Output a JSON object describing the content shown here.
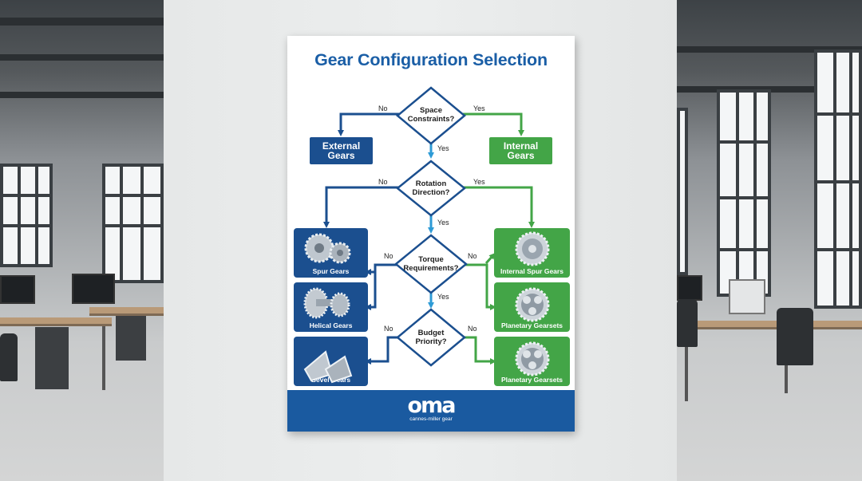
{
  "poster": {
    "title": "Gear Configuration Selection",
    "decisions": {
      "space": "Space Constraints?",
      "rotation": "Rotation Direction?",
      "torque": "Torque Requirements?",
      "budget": "Budget Priority?"
    },
    "answers": {
      "no": "No",
      "yes": "Yes"
    },
    "boxes": {
      "external": "External Gears",
      "internal": "Internal Gears"
    },
    "left_cards": [
      "Spur Gears",
      "Helical Gears",
      "Bevel Gears"
    ],
    "right_cards": [
      "Internal Spur Gears",
      "Planetary Gearsets",
      "Planetary Gearsets"
    ],
    "logo": {
      "mark": "oma",
      "tagline": "cannes-miller gear"
    }
  },
  "colors": {
    "blue": "#1b4f8f",
    "title_blue": "#1a5ea6",
    "green": "#43a547",
    "arrow_blue": "#2e9bd6"
  },
  "icons": {
    "left": [
      "spur-gears-icon",
      "helical-gears-icon",
      "bevel-gears-icon"
    ],
    "right": [
      "internal-gear-icon",
      "planetary-gear-icon",
      "planetary-gear-icon"
    ]
  }
}
